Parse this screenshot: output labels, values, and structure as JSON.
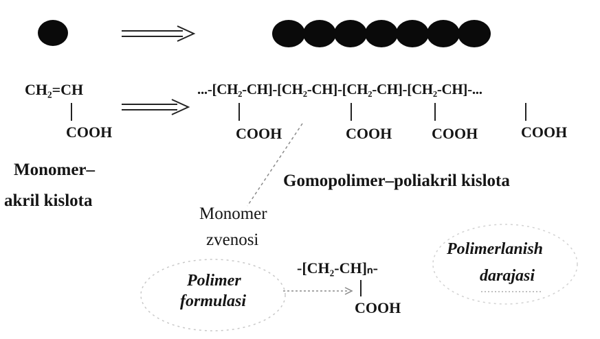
{
  "monomer": {
    "formula_top": "CH₂=CH",
    "group": "COOH",
    "label_line1": "Monomer–",
    "label_line2": "akril kislota"
  },
  "polymer": {
    "chain": "...-[CH₂-CH]-[CH₂-CH]-[CH₂-CH]-[CH₂-CH]-...",
    "groups": [
      "COOH",
      "COOH",
      "COOH",
      "COOH"
    ],
    "label": "Gomopolimer–poliakril kislota"
  },
  "unit": {
    "label_line1": "Monomer",
    "label_line2": "zvenosi"
  },
  "formula": {
    "repeat": "-[CH₂-CH]ₙ-",
    "group": "COOH",
    "label_line1": "Polimer",
    "label_line2": "formulasi"
  },
  "degree": {
    "label_line1": "Polimerlanish",
    "label_line2": "darajasi"
  },
  "colors": {
    "ink": "#151515",
    "dot": "#0a0a0a",
    "dashed": "#8a8a8a"
  }
}
